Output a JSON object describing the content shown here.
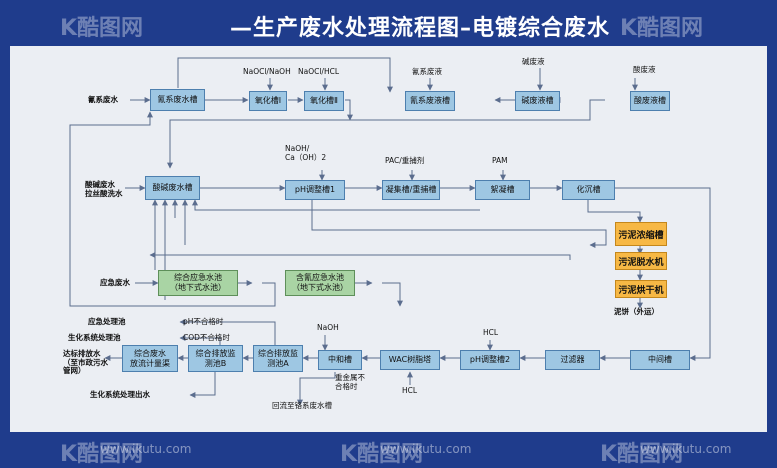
{
  "title": "—生产废水处理流程图–电镀综合废水",
  "watermark": {
    "logo": "K酷图网",
    "url": "www.ikutu.com"
  },
  "boxes": {
    "cyanide_tank": "氰系废水槽",
    "oxidation_1": "氧化槽Ⅰ",
    "oxidation_2": "氧化槽Ⅱ",
    "cyanide_liquid_tank": "氰系废液槽",
    "alkali_liquid_tank": "碱废液槽",
    "acid_liquid_tank": "酸废液槽",
    "acid_alkali_tank": "酸碱废水槽",
    "ph_adjust_1": "pH调整槽1",
    "coagulation_tank": "凝集槽/重捕槽",
    "flocculation_tank": "絮凝槽",
    "sedimentation_tank": "化沉槽",
    "sludge_thickener": "污泥浓缩槽",
    "sludge_dewatering": "污泥脱水机",
    "sludge_dryer": "污泥烘干机",
    "emergency_pool": "综合应急水池\n（地下式水池）",
    "cyanide_emergency_pool": "含氰应急水池\n（地下式水池）",
    "mixed_discharge_meter": "综合废水\n放流计量渠",
    "monitor_pool_b": "综合排放监\n测池B",
    "monitor_pool_a": "综合排放监\n测池A",
    "neutralization_tank": "中和槽",
    "wac_resin_tower": "WAC树脂塔",
    "ph_adjust_2": "pH调整槽2",
    "filter": "过滤器",
    "intermediate_tank": "中间槽"
  },
  "labels": {
    "cyanide_wastewater": "氰系废水",
    "naocl_naoh": "NaOCl/NaOH",
    "naocl_hcl": "NaOCl/HCL",
    "cyanide_waste_liquid": "氰系废液",
    "alkali_waste_liquid": "碱废液",
    "acid_waste_liquid": "酸废液",
    "naoh_caoh2": "NaOH/\nCa（OH）2",
    "pac_agent": "PAC/重捕剂",
    "pam": "PAM",
    "acid_alkali_inflow": "酸碱废水\n拉丝酸洗水",
    "emergency_wastewater": "应急废水",
    "sludge_cake": "泥饼（外运）",
    "emergency_treatment": "应急处理池",
    "ph_fail": "pH不合格时",
    "cod_fail": "COD不合格时",
    "biochem_pool": "生化系统处理池",
    "compliant_discharge": "达标排放水\n（至市政污水\n管网）",
    "biochem_effluent": "生化系统处理出水",
    "naoh": "NaOH",
    "hcl_top": "HCL",
    "hcl_bottom": "HCL",
    "heavy_metal_fail": "重金属不\n合格时",
    "return_cyanide": "回流至铬系废水槽"
  },
  "colors": {
    "frame": "#1f3c8c",
    "panel": "#ebeef3",
    "box": "#9ec7e3",
    "sludge": "#f7b845",
    "emergency": "#a9d4a4",
    "line": "#5b6d8e"
  }
}
